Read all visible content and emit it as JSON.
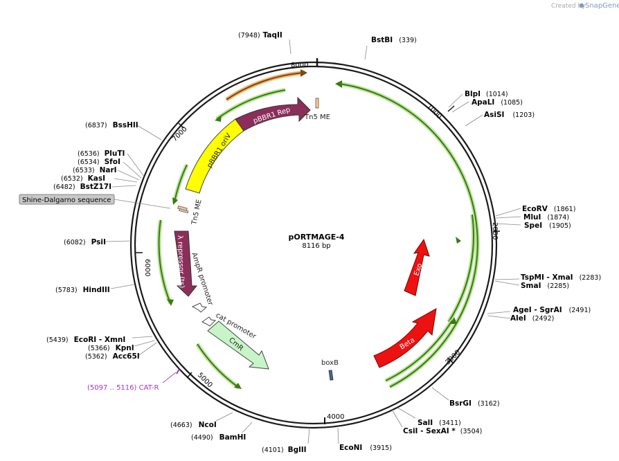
{
  "credit": {
    "created_by": "Created by",
    "brand": "SnapGene"
  },
  "plasmid": {
    "name": "pORTMAGE-4",
    "length_label": "8116 bp",
    "length": 8116
  },
  "ticks": [
    {
      "bp": 1000,
      "label": "1000"
    },
    {
      "bp": 2000,
      "label": "2000"
    },
    {
      "bp": 3000,
      "label": "3000"
    },
    {
      "bp": 4000,
      "label": "4000"
    },
    {
      "bp": 5000,
      "label": "5000"
    },
    {
      "bp": 6000,
      "label": "6000"
    },
    {
      "bp": 7000,
      "label": "7000"
    },
    {
      "bp": 8000,
      "label": "8000"
    }
  ],
  "sites": [
    {
      "name": "TaqII",
      "pos": "(7948)",
      "bp": 7948
    },
    {
      "name": "BstBI",
      "pos": "(339)",
      "bp": 339
    },
    {
      "name": "BlpI",
      "pos": "(1014)",
      "bp": 1014
    },
    {
      "name": "ApaLI",
      "pos": "(1085)",
      "bp": 1085
    },
    {
      "name": "AsiSI",
      "pos": "(1203)",
      "bp": 1203
    },
    {
      "name": "EcoRV",
      "pos": "(1861)",
      "bp": 1861
    },
    {
      "name": "MluI",
      "pos": "(1874)",
      "bp": 1874
    },
    {
      "name": "SpeI",
      "pos": "(1905)",
      "bp": 1905
    },
    {
      "name": "TspMI  - XmaI",
      "pos": "(2283)",
      "bp": 2283
    },
    {
      "name": "SmaI",
      "pos": "(2285)",
      "bp": 2285
    },
    {
      "name": "AgeI  - SgrAI",
      "pos": "(2491)",
      "bp": 2491
    },
    {
      "name": "AleI",
      "pos": "(2492)",
      "bp": 2492
    },
    {
      "name": "BsrGI",
      "pos": "(3162)",
      "bp": 3162
    },
    {
      "name": "SalI",
      "pos": "(3411)",
      "bp": 3411
    },
    {
      "name": "CsiI  - SexAI *",
      "pos": "(3504)",
      "bp": 3504
    },
    {
      "name": "EcoNI",
      "pos": "(3915)",
      "bp": 3915
    },
    {
      "name": "BglII",
      "pos": "(4101)",
      "bp": 4101
    },
    {
      "name": "BamHI",
      "pos": "(4490)",
      "bp": 4490
    },
    {
      "name": "NcoI",
      "pos": "(4663)",
      "bp": 4663
    },
    {
      "name": "Acc65I",
      "pos": "(5362)",
      "bp": 5362
    },
    {
      "name": "KpnI",
      "pos": "(5366)",
      "bp": 5366
    },
    {
      "name": "EcoRI  - XmnI",
      "pos": "(5439)",
      "bp": 5439
    },
    {
      "name": "HindIII",
      "pos": "(5783)",
      "bp": 5783
    },
    {
      "name": "PsiI",
      "pos": "(6082)",
      "bp": 6082
    },
    {
      "name": "BstZ17I",
      "pos": "(6482)",
      "bp": 6482
    },
    {
      "name": "KasI",
      "pos": "(6532)",
      "bp": 6532
    },
    {
      "name": "NarI",
      "pos": "(6533)",
      "bp": 6533
    },
    {
      "name": "SfoI",
      "pos": "(6534)",
      "bp": 6534
    },
    {
      "name": "PluTI",
      "pos": "(6536)",
      "bp": 6536
    },
    {
      "name": "BssHII",
      "pos": "(6837)",
      "bp": 6837
    }
  ],
  "features": [
    {
      "name": "pBBR1 Rep",
      "type": "cds"
    },
    {
      "name": "pBBR1 oriV",
      "type": "rep_origin"
    },
    {
      "name": "λ repressor (ts)",
      "type": "cds"
    },
    {
      "name": "CmR",
      "type": "cds"
    },
    {
      "name": "Beta",
      "type": "cds"
    },
    {
      "name": "Exo",
      "type": "cds"
    },
    {
      "name": "Tn5 ME",
      "type": "misc"
    },
    {
      "name": "Tn5 ME",
      "type": "misc"
    },
    {
      "name": "AmpR promoter",
      "type": "promoter"
    },
    {
      "name": "cat promoter",
      "type": "promoter"
    },
    {
      "name": "boxB",
      "type": "misc"
    },
    {
      "name": "Shine-Dalgarno sequence",
      "type": "rbs"
    }
  ],
  "primer": {
    "label": "(5097 .. 5116)  CAT-R"
  },
  "colors": {
    "backbone": "#1a1a1a",
    "orf_arrow": "#3c7a10",
    "orf_glow": "#b9e59a",
    "rep_arrow": "#8b2f5a",
    "origin": "#ffff00",
    "cmr": "#c8f5c8",
    "red_cds": "#ee1111",
    "primer": "#a035c8"
  }
}
